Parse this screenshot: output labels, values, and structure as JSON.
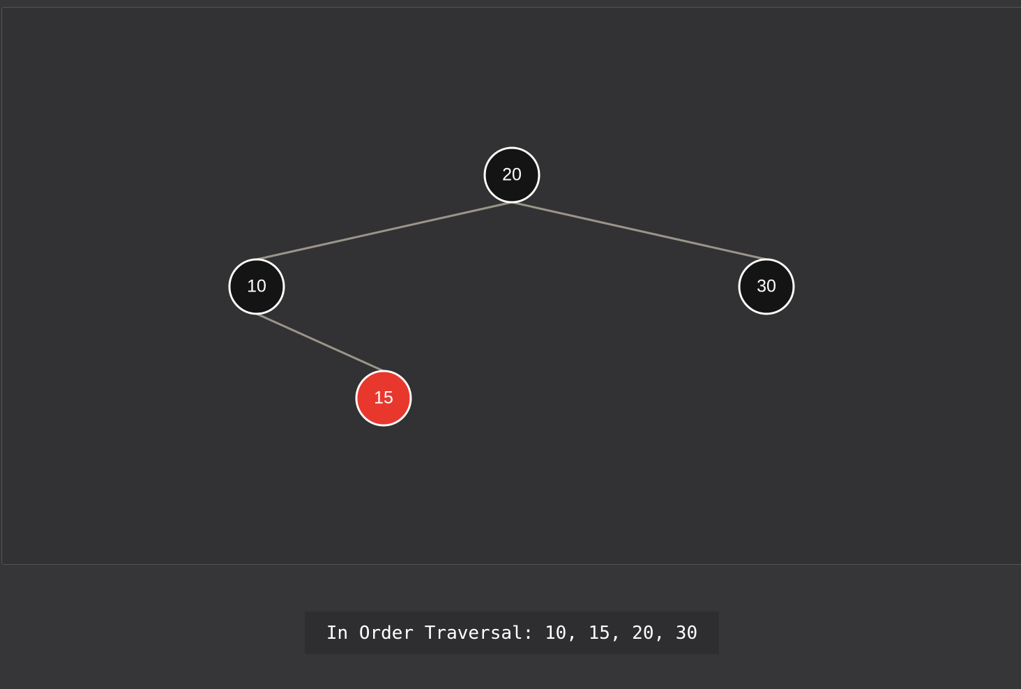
{
  "tree": {
    "nodes": [
      {
        "id": "n20",
        "value": "20",
        "color": "#141414"
      },
      {
        "id": "n10",
        "value": "10",
        "color": "#141414"
      },
      {
        "id": "n30",
        "value": "30",
        "color": "#141414"
      },
      {
        "id": "n15",
        "value": "15",
        "color": "#e8382e"
      }
    ],
    "edges": [
      {
        "from": "n20",
        "to": "n10"
      },
      {
        "from": "n20",
        "to": "n30"
      },
      {
        "from": "n10",
        "to": "n15"
      }
    ],
    "node_border_color": "#ffffff",
    "edge_color": "#9b958a",
    "background_color": "#323234"
  },
  "traversal": {
    "text": "In Order Traversal: 10, 15, 20, 30"
  }
}
